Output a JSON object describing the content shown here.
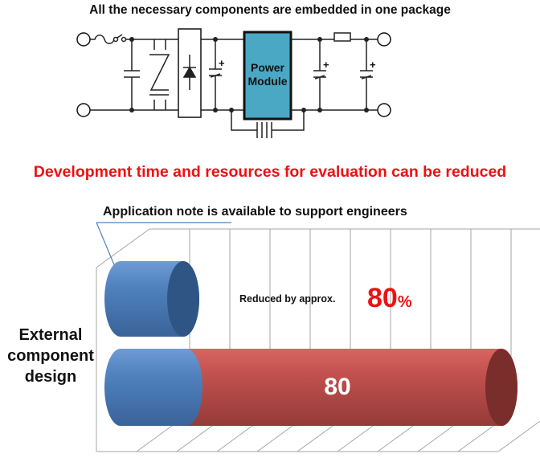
{
  "top_title": "All the necessary components are embedded in one package",
  "module_label_line1": "Power",
  "module_label_line2": "Module",
  "cap_polarity": "+",
  "headline": "Development time and resources for evaluation can be reduced",
  "callout": "Application note is available to support engineers",
  "reduction": {
    "text": "Reduced by approx.",
    "value": "80",
    "unit": "%"
  },
  "category_label": "External component design",
  "colors": {
    "module_fill": "#4aa8c4",
    "blue_bar": "#4f81bd",
    "red_bar": "#c0504d",
    "accent_text": "#ee1111"
  },
  "chart_data": {
    "type": "bar",
    "orientation": "horizontal",
    "categories": [
      "External component design"
    ],
    "series": [
      {
        "values": [
          20
        ]
      },
      {
        "values": [
          100
        ]
      }
    ],
    "segments_of_second_bar": [
      20,
      80
    ],
    "data_labels": [
      "80"
    ],
    "grid": true
  }
}
